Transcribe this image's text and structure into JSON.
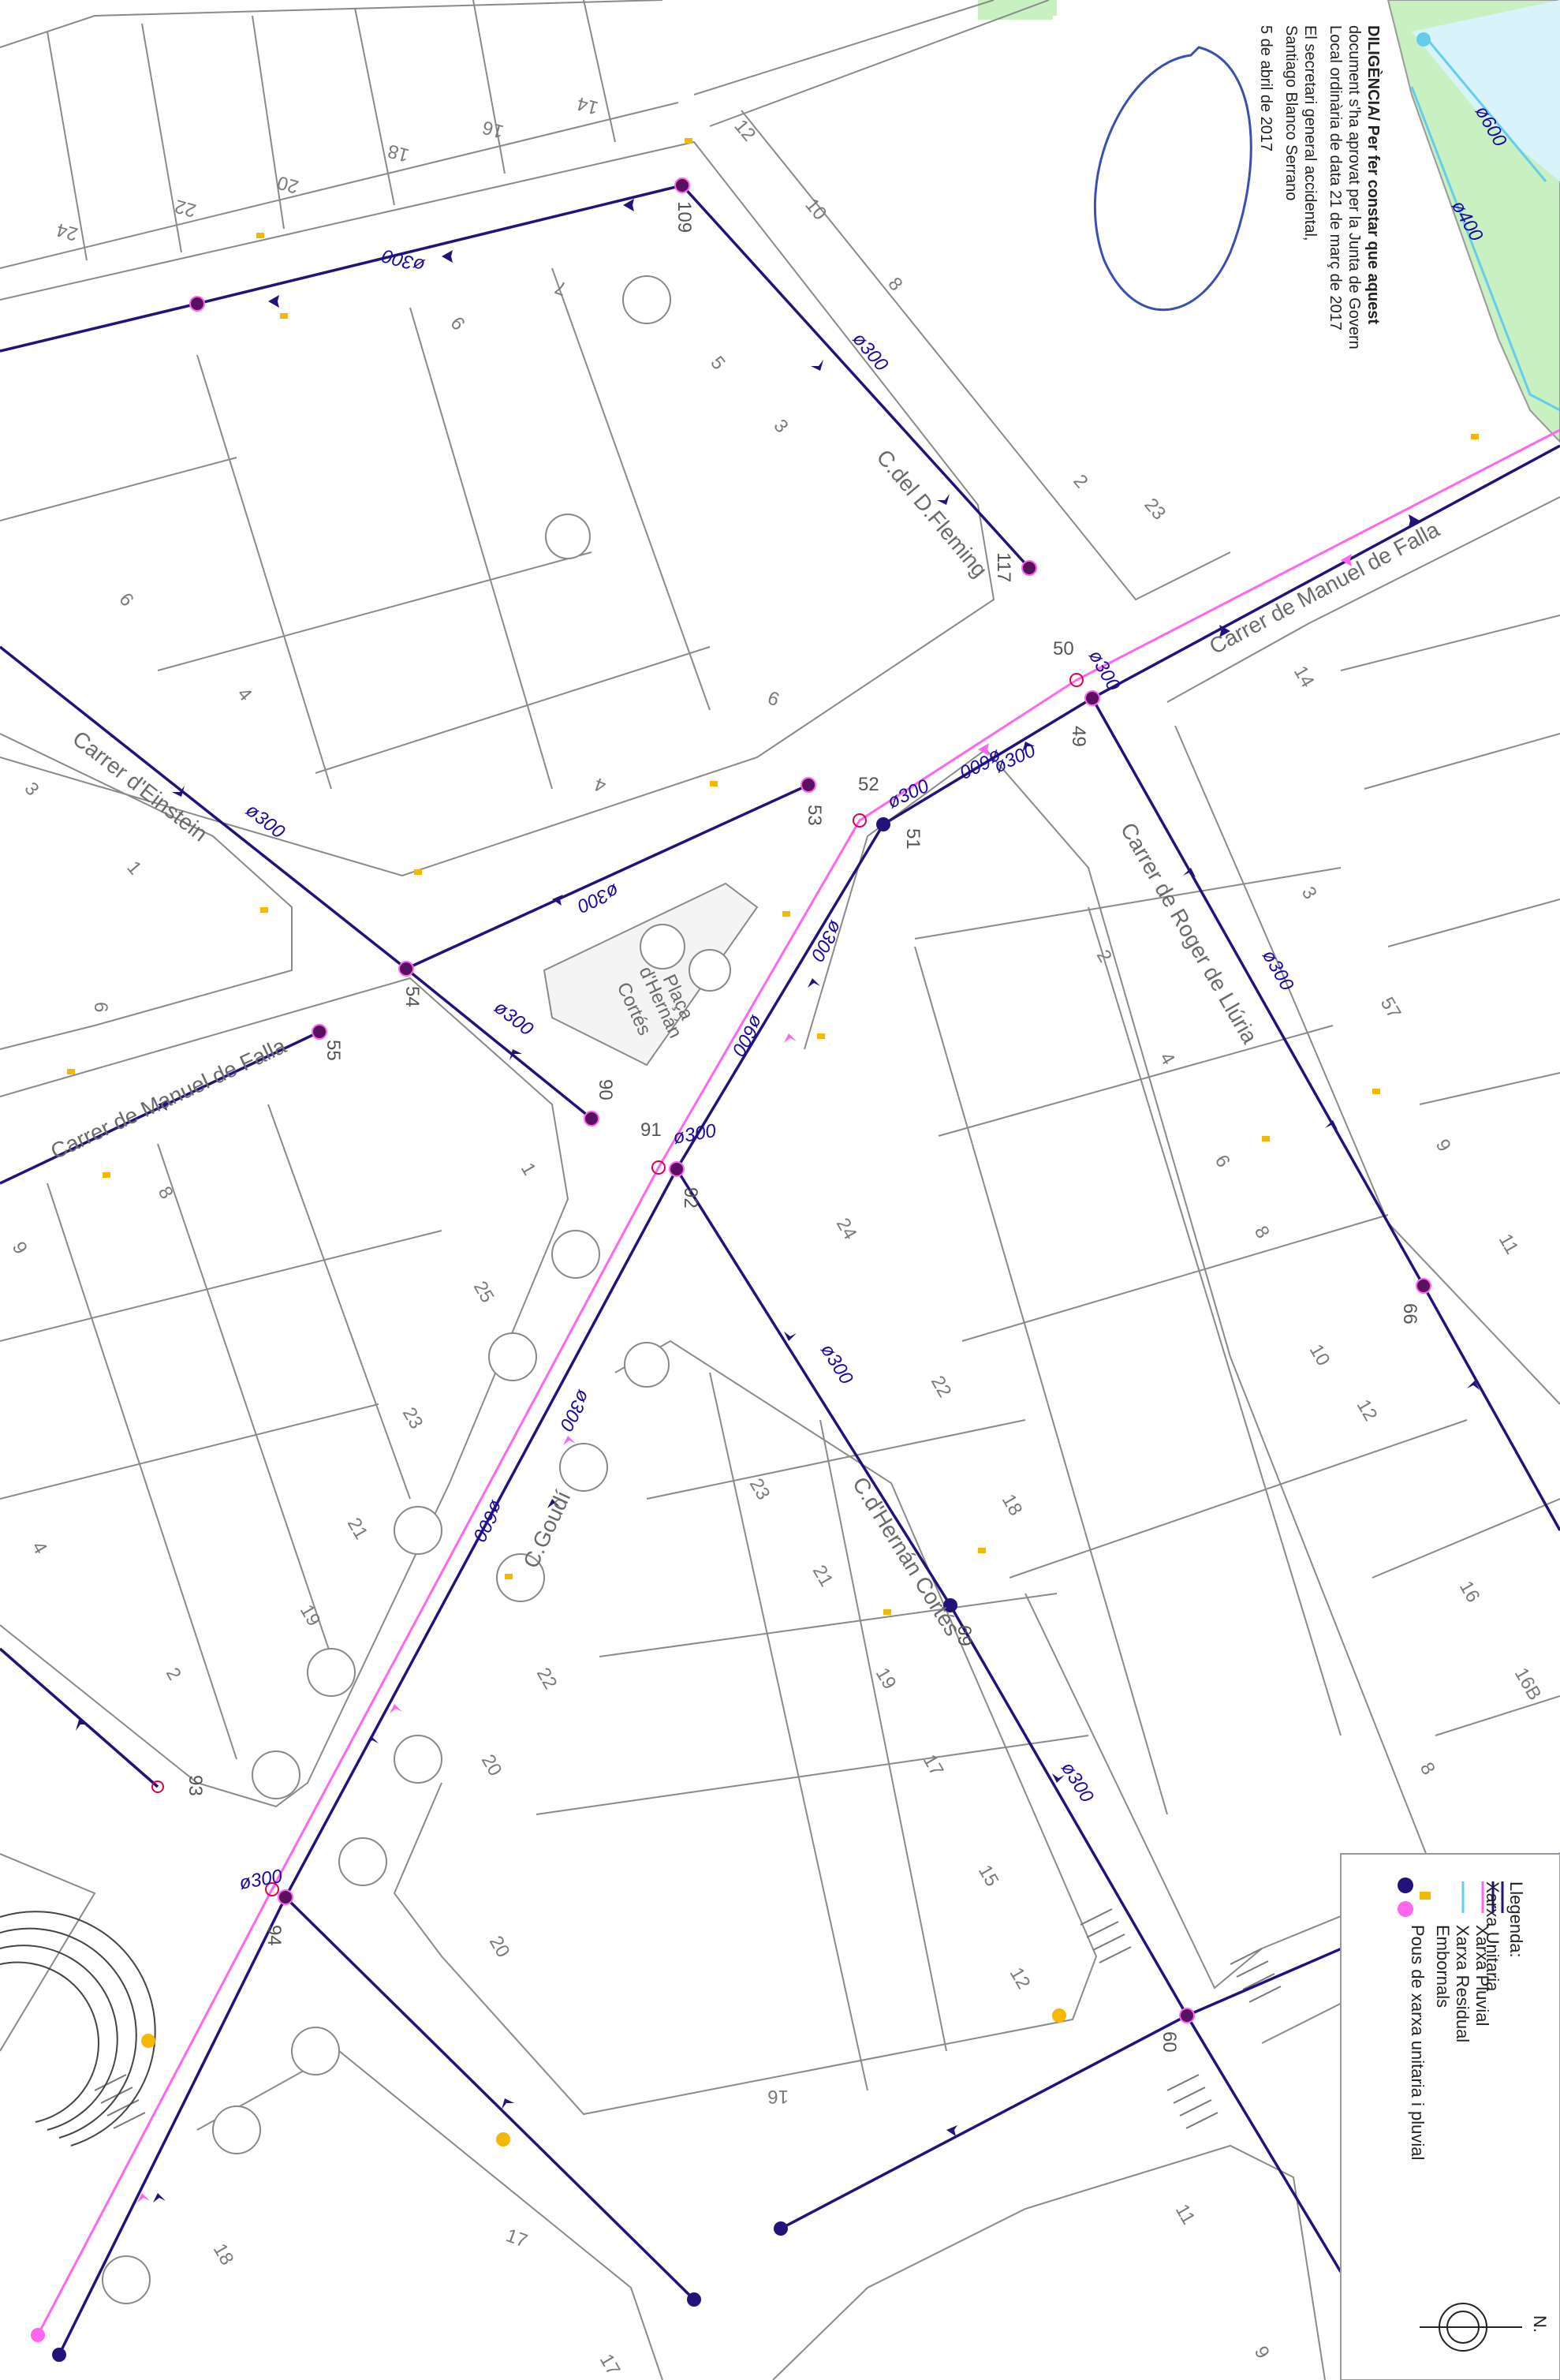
{
  "streets": {
    "fleming": "C.del D.Fleming",
    "falla_north": "Carrer de Manuel de Falla",
    "einstein": "Carrer d'Einstein",
    "falla_south": "Carrer de Manuel de Falla",
    "lluria": "Carrer de Roger de Llúria",
    "placa_1": "Plaça",
    "placa_2": "d'Hernán",
    "placa_3": "Cortés",
    "goudi": "C.Goudí",
    "hernan": "C.d'Hernán Cortés"
  },
  "pipes": {
    "d300": "ø300",
    "d600": "ø600",
    "d400": "ø400"
  },
  "manholes": {
    "m109": "109",
    "m117": "117",
    "m50": "50",
    "m49": "49",
    "m52": "52",
    "m51": "51",
    "m53": "53",
    "m54": "54",
    "m55": "55",
    "m90": "90",
    "m91": "91",
    "m92": "92",
    "m66": "66",
    "m69": "69",
    "m93": "93",
    "m94": "94",
    "m60": "60"
  },
  "house_numbers": [
    "24",
    "22",
    "20",
    "18",
    "16",
    "14",
    "12",
    "10",
    "8",
    "6",
    "5",
    "3",
    "7",
    "9",
    "4",
    "2",
    "23",
    "6",
    "4",
    "3",
    "1",
    "6",
    "9",
    "8",
    "1",
    "25",
    "23",
    "21",
    "19",
    "2",
    "4",
    "14",
    "3",
    "57",
    "9",
    "11",
    "12",
    "16",
    "16B",
    "8",
    "2",
    "4",
    "6",
    "8",
    "10",
    "24",
    "22",
    "18",
    "23",
    "21",
    "19",
    "17",
    "15",
    "12",
    "16",
    "20",
    "22",
    "20",
    "18",
    "17",
    "11",
    "9",
    "17"
  ],
  "diligence": {
    "line1": "DILIGÈNCIA/ Per fer constar que aquest",
    "line2": "document s'ha aprovat per la Junta de Govern",
    "line3": "Local ordinària de data 21 de març de 2017",
    "line4": "El secretari general accidental,",
    "line5": "Santiago Blanco Serrano",
    "line6": "5 de abril de 2017"
  },
  "legend": {
    "title": "Llegenda:",
    "items": [
      {
        "label": "Xarxa Unitaria",
        "color": "#22127a"
      },
      {
        "label": "Xarxa Pluvial",
        "color": "#ff66ee"
      },
      {
        "label": "Xarxa Residual",
        "color": "#66ccee"
      },
      {
        "label": "Embornals",
        "color": "#f5b800"
      },
      {
        "label": "Pous de xarxa unitaria i pluvial",
        "color": "#22127a"
      }
    ],
    "north": "N."
  },
  "colors": {
    "unitaria": "#22127a",
    "pluvial": "#ff66ee",
    "residual": "#66ccee",
    "embornal": "#f5b800",
    "green": "#c8f0c0"
  }
}
